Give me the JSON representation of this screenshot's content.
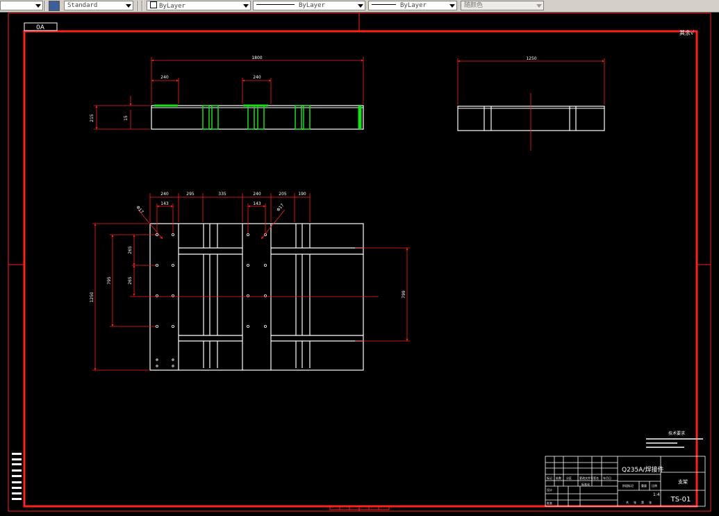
{
  "toolbar": {
    "text_style": "Standard",
    "layer": "ByLayer",
    "linetype": "ByLayer",
    "lineweight": "ByLayer",
    "color": "随颜色"
  },
  "drawing": {
    "sheet_size": "0A",
    "roughness_mark": "其余√",
    "top_view": {
      "overall": "1800",
      "left_width": "240",
      "mid_width": "240",
      "height": "215",
      "thickness": "15"
    },
    "side_view": {
      "overall": "1250"
    },
    "plan_view": {
      "dims_top": [
        "240",
        "295",
        "335",
        "240",
        "205",
        "190"
      ],
      "hole_offset_left": "143",
      "hole_offset_mid": "143",
      "hole_note_left": "Φ17",
      "hole_note_right": "Φ17",
      "height_total": "1250",
      "height_inner": "795",
      "pitch_a": "265",
      "pitch_b": "265",
      "right_dim": "799"
    },
    "tech_req": {
      "title": "技术要求"
    },
    "title_block": {
      "material": "Q235A/焊接件",
      "part_name": "支架",
      "drawing_no": "TS-01",
      "scale": "1:4",
      "headers": [
        "标记",
        "处数",
        "分区",
        "更改文件号",
        "签名",
        "年月日"
      ],
      "designer": "设计",
      "approver": "批准",
      "standardize": "标准化",
      "stage_mark": "阶段标记",
      "weight": "重量",
      "ratio": "比例",
      "footer": [
        "共",
        "张",
        "第",
        "张"
      ]
    }
  }
}
